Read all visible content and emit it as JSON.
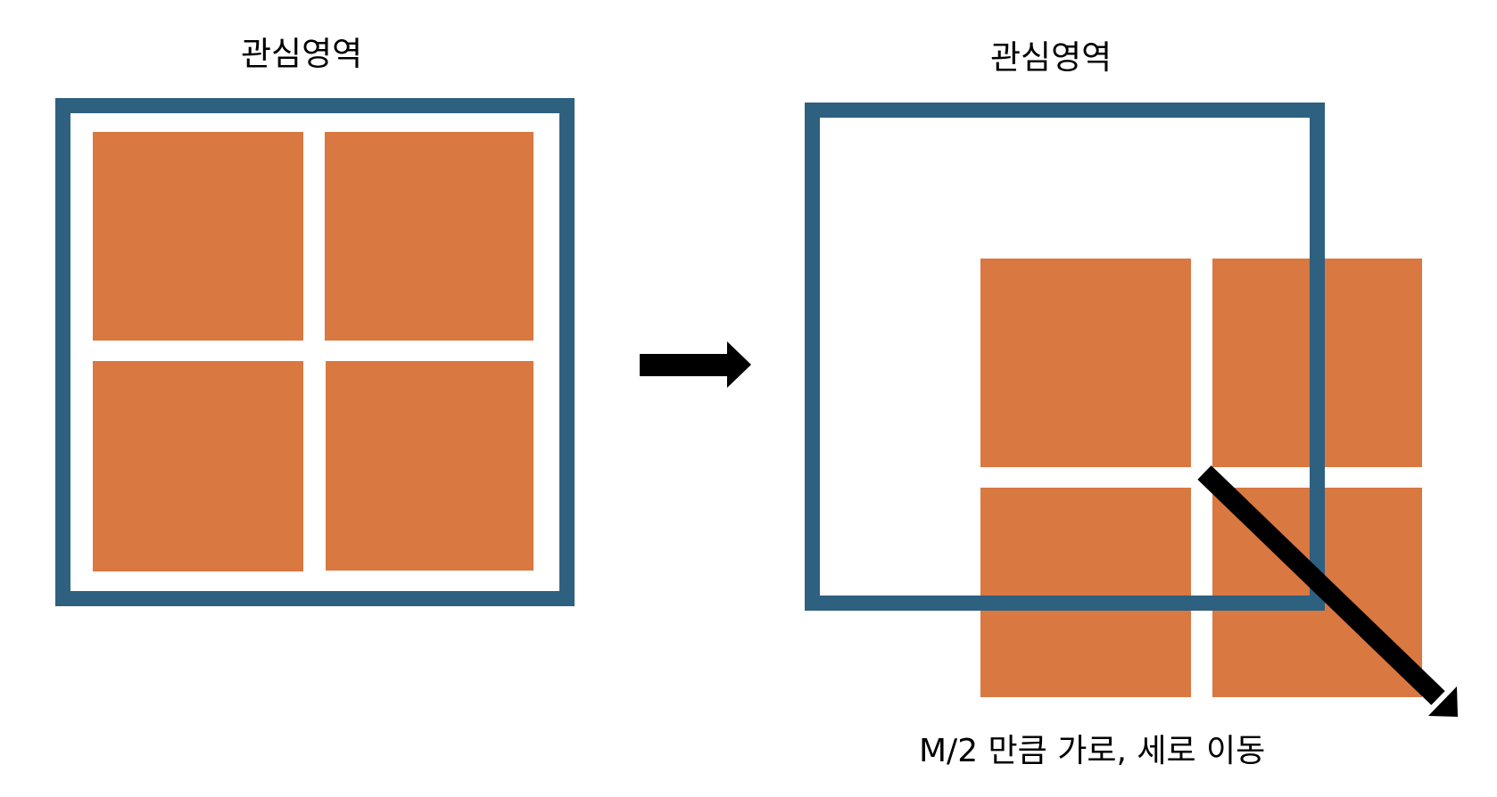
{
  "roi_label_left": "관심영역",
  "roi_label_right": "관심영역",
  "shift_caption": "M/2 만큼 가로, 세로 이동",
  "colors": {
    "roi_border": "#2e6080",
    "block_fill": "#d97841",
    "arrow": "#000000",
    "text": "#000000",
    "background": "#ffffff"
  }
}
